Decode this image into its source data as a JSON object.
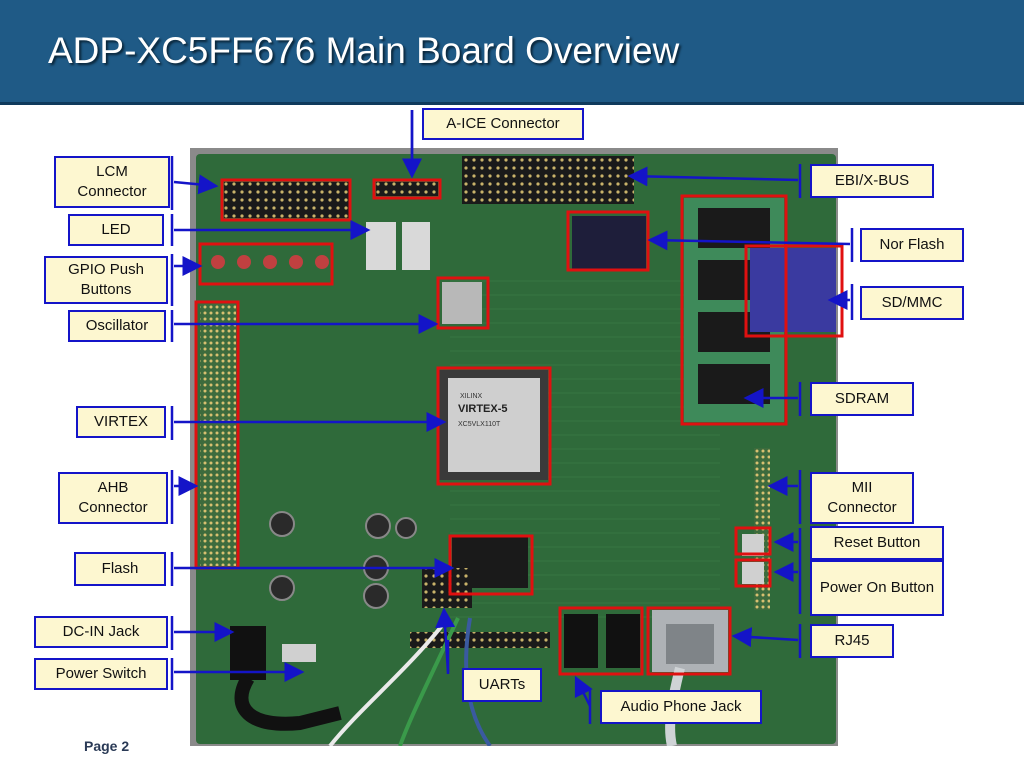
{
  "slide": {
    "title": "ADP-XC5FF676 Main Board Overview",
    "page": "Page 2"
  },
  "chip_marks": {
    "vendor": "XILINX",
    "family": "VIRTEX-5",
    "part": "XC5VLX110T"
  },
  "labels": {
    "a_ice": "A-ICE Connector",
    "lcm": "LCM Connector",
    "led": "LED",
    "gpio": "GPIO Push Buttons",
    "oscillator": "Oscillator",
    "virtex": "VIRTEX",
    "ahb": "AHB Connector",
    "flash": "Flash",
    "dc_in": "DC-IN Jack",
    "power_switch": "Power Switch",
    "ebi": "EBI/X-BUS",
    "nor_flash": "Nor Flash",
    "sdmmc": "SD/MMC",
    "sdram": "SDRAM",
    "mii": "MII Connector",
    "reset": "Reset Button",
    "power_on": "Power On Button",
    "rj45": "RJ45",
    "uarts": "UARTs",
    "audio": "Audio Phone Jack"
  },
  "colors": {
    "header": "#1f5a86",
    "pcb": "#2f6a3a",
    "label_fill": "#fdf7d0",
    "label_border": "#1414c8",
    "highlight": "#e01010",
    "arrow": "#1414c8"
  }
}
